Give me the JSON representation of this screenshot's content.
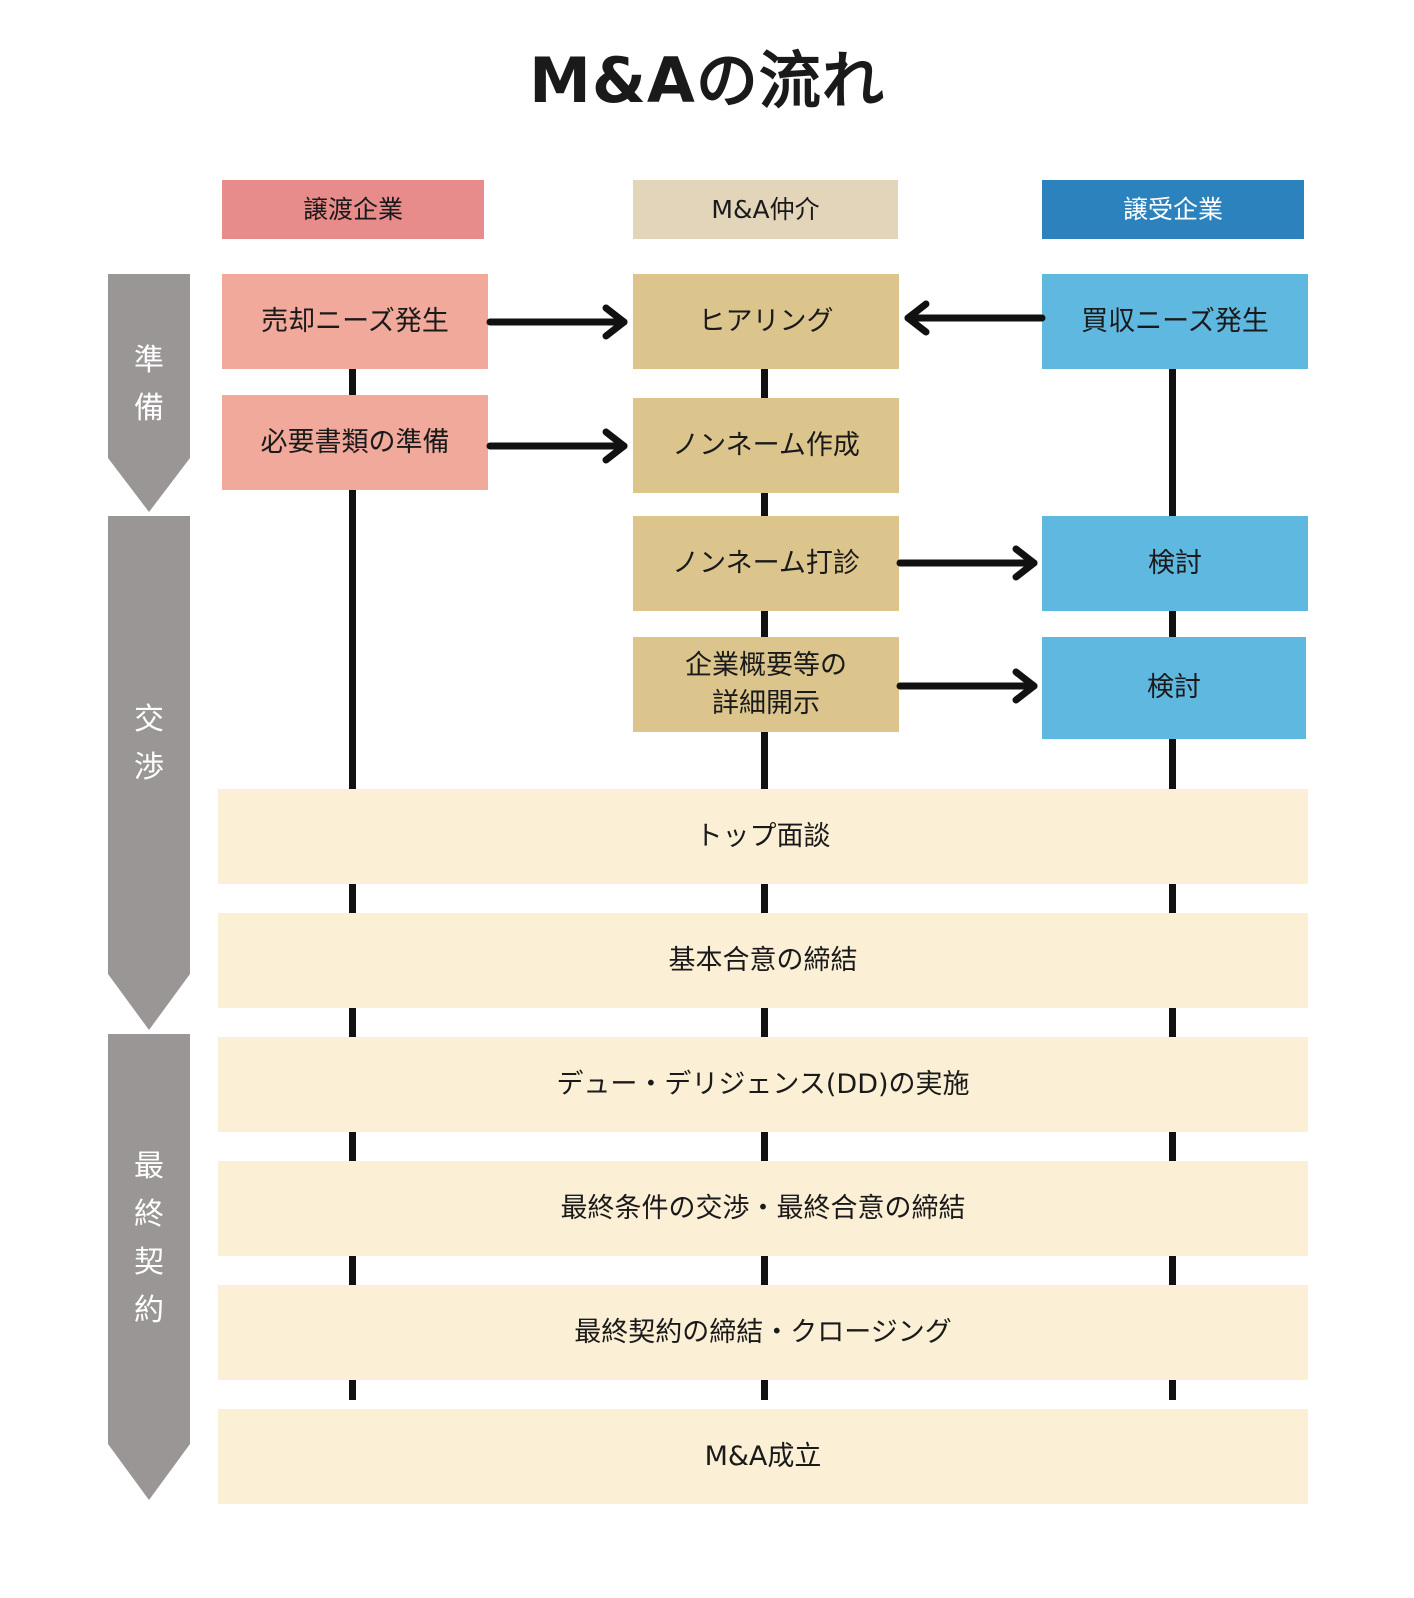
{
  "title": "M&Aの流れ",
  "colors": {
    "seller_header": "#e88b8b",
    "broker_header": "#e3d5b9",
    "buyer_header": "#2b82bd",
    "seller_box": "#f0a99b",
    "broker_box": "#dbc58d",
    "buyer_box": "#5fb8e0",
    "joint_box": "#fbefd5",
    "phase": "#9b9696"
  },
  "columns": {
    "seller": "譲渡企業",
    "broker": "M&A仲介",
    "buyer": "譲受企業"
  },
  "phases": [
    {
      "label": "準備",
      "chars": [
        "準",
        "備"
      ]
    },
    {
      "label": "交渉",
      "chars": [
        "交",
        "渉"
      ]
    },
    {
      "label": "最終契約",
      "chars": [
        "最",
        "終",
        "契",
        "約"
      ]
    }
  ],
  "steps": {
    "seller_needs": "売却ニーズ発生",
    "seller_docs": "必要書類の準備",
    "hearing": "ヒアリング",
    "buyer_needs": "買収ニーズ発生",
    "noname_create": "ノンネーム作成",
    "noname_offer": "ノンネーム打診",
    "review_1": "検討",
    "detail_disclosure": [
      "企業概要等の",
      "詳細開示"
    ],
    "review_2": "検討"
  },
  "joint_steps": [
    "トップ面談",
    "基本合意の締結",
    "デュー・デリジェンス(DD)の実施",
    "最終条件の交渉・最終合意の締結",
    "最終契約の締結・クロージング",
    "M&A成立"
  ]
}
